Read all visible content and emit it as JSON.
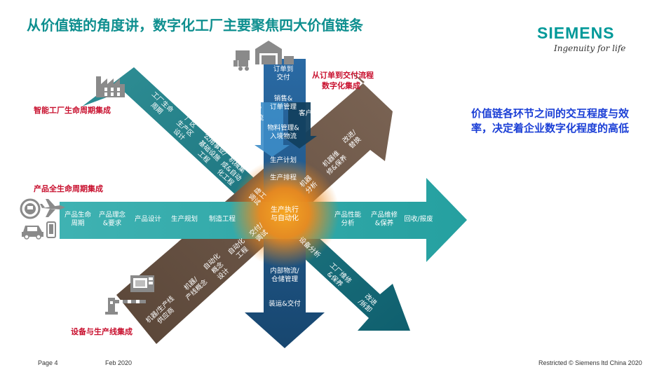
{
  "title": "从价值链的角度讲，数字化工厂主要聚焦四大价值链条",
  "logo": {
    "brand": "SIEMENS",
    "tagline": "Ingenuity for life"
  },
  "chains": {
    "lifecycle_factory": "智能工厂生命周期集成",
    "product_lifecycle": "产品全生命周期集成",
    "equipment_line": "设备与生产线集成",
    "order_delivery": [
      "从订单到交付流程",
      "数字化集成"
    ]
  },
  "center": [
    "生产执行",
    "与自动化"
  ],
  "product_arrow": [
    [
      "产品生命",
      "周期"
    ],
    [
      "产品理念",
      "&要求"
    ],
    [
      "产品设计"
    ],
    [
      "生产规划"
    ],
    [
      "制造工程"
    ],
    [
      "产品性能",
      "分析"
    ],
    [
      "产品维修",
      "&保养"
    ],
    [
      "回收/报废"
    ]
  ],
  "vertical_arrow": {
    "top": [
      [
        "订单到",
        "交付"
      ],
      [
        "销售&",
        "订单管理"
      ],
      [
        "物料管理&",
        "入境物流"
      ],
      [
        "生产计划"
      ],
      [
        "生产排程"
      ]
    ],
    "supply_chain": [
      "供应链/",
      "物料物流"
    ],
    "customer_order": "客户订单",
    "bottom": [
      [
        "内部物流/",
        "仓储管理"
      ],
      [
        "装运&交付"
      ]
    ]
  },
  "diag_down": [
    [
      "工厂生命",
      "周期"
    ],
    [
      "厂区",
      "生产区",
      "设计"
    ],
    [
      "公用事业/",
      "基础设施",
      "工程"
    ],
    [
      "机械集",
      "成&自动",
      "化工程"
    ],
    [
      "虚工",
      "调试"
    ],
    [
      "设备分析"
    ],
    [
      "工厂维修",
      "&保养"
    ],
    [
      "改进",
      "/拆卸"
    ]
  ],
  "diag_up": [
    [
      "机器/生产线",
      "供应商"
    ],
    [
      "机器/",
      "产线概念"
    ],
    [
      "自动化",
      "概念",
      "设计"
    ],
    [
      "自动化",
      "工程"
    ],
    [
      "交付/",
      "调试"
    ],
    [
      "机器",
      "分析"
    ],
    [
      "机器维",
      "修&保养"
    ],
    [
      "改进/",
      "替换"
    ]
  ],
  "right_note": "价值链各环节之间的交互程度与效率，决定着企业数字化程度的高低",
  "footer": {
    "page": "Page 4",
    "date": "Feb 2020",
    "restricted": "Restricted © Siemens ltd China 2020"
  },
  "colors": {
    "teal": "#2aa3a3",
    "dark_teal": "#0f5f6e",
    "navy": "#1d4f86",
    "brown": "#6b5444",
    "orange": "#f28a1a",
    "title": "#0e8f8f",
    "red": "#c8102e",
    "blue": "#1b3fd6"
  },
  "icons": [
    "factory-icon",
    "warehouse-truck-icon",
    "clock-face-icon",
    "airplane-icon",
    "car-icon",
    "phone-icon",
    "cnc-machine-icon",
    "barrier-gate-icon"
  ]
}
